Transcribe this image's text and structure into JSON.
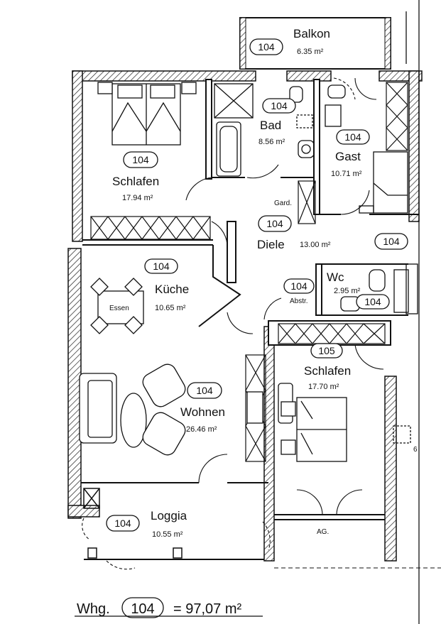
{
  "plan": {
    "apartment_no": "104",
    "total_label": "Whg.",
    "total_area": "= 97,07 m²",
    "rooms": {
      "balkon": {
        "tag": "104",
        "name": "Balkon",
        "area": "6.35 m²"
      },
      "schlafen1": {
        "tag": "104",
        "name": "Schlafen",
        "area": "17.94 m²"
      },
      "bad": {
        "tag": "104",
        "name": "Bad",
        "area": "8.56 m²"
      },
      "gast": {
        "tag": "104",
        "name": "Gast",
        "area": "10.71 m²"
      },
      "diele": {
        "tag": "104",
        "name": "Diele",
        "area": "13.00 m²"
      },
      "kueche": {
        "tag": "104",
        "name": "Küche",
        "area": "10.65 m²"
      },
      "wc": {
        "tag": "104",
        "name": "Wc",
        "area": "2.95 m²"
      },
      "schlafen2": {
        "tag": "105",
        "name": "Schlafen",
        "area": "17.70 m²"
      },
      "wohnen": {
        "tag": "104",
        "name": "Wohnen",
        "area": "26.46 m²"
      },
      "loggia": {
        "tag": "104",
        "name": "Loggia",
        "area": "10.55 m²"
      }
    },
    "labels": {
      "gard": "Gard.",
      "essen": "Essen",
      "abstr": "Abstr.",
      "ag": "AG.",
      "side_tag_right": "104",
      "wc_extra_tag": "104",
      "edge_6": "6"
    }
  }
}
